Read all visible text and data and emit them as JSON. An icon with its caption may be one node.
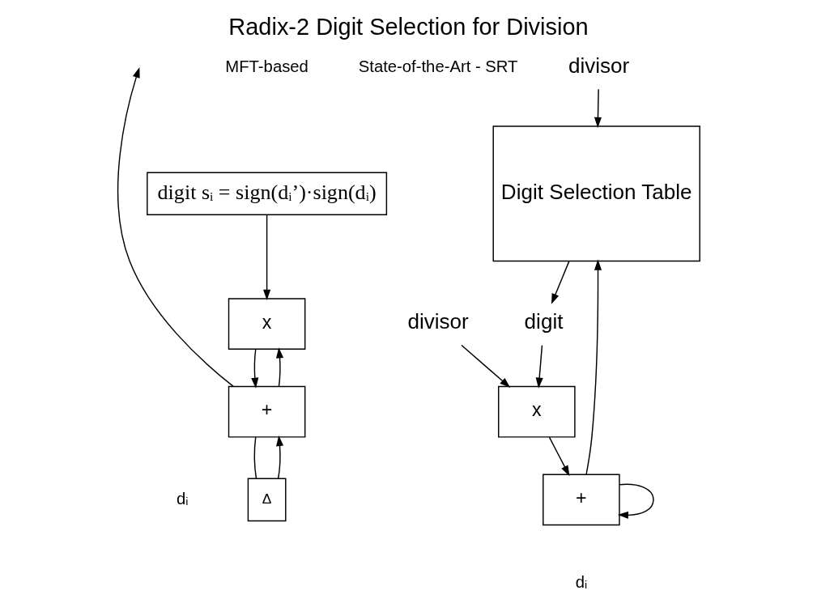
{
  "diagram": {
    "title": "Radix-2 Digit Selection for Division",
    "nodes": [
      {
        "text": [
          "digit sᵢ = sign(dᵢ’)·sign(dᵢ)"
        ]
      },
      {
        "text": [
          "x"
        ]
      },
      {
        "text": [
          "Δ"
        ]
      },
      {
        "text": [
          "+"
        ]
      },
      {
        "text": [
          "Digit Selection Table"
        ]
      },
      {
        "text": [
          "digit"
        ]
      },
      {
        "text": [
          "divisor"
        ]
      },
      {
        "text": [
          "x"
        ]
      },
      {
        "text": [
          "+"
        ]
      },
      {
        "text": [
          "divisor"
        ]
      }
    ],
    "edges": [
      {
        "from": 0,
        "to": 1,
        "arrow": "to"
      },
      {
        "from": 3,
        "to": 1,
        "arrow": "to"
      },
      {
        "from": 3,
        "to": 2,
        "arrow": "none"
      },
      {
        "from": 2,
        "to": 3,
        "arrow": "to"
      },
      {
        "from": 1,
        "to": 3,
        "arrow": "to"
      },
      {
        "from": 3,
        "to": null,
        "arrow": "to"
      },
      {
        "from": 4,
        "to": 5,
        "arrow": "to"
      },
      {
        "from": 5,
        "to": 7,
        "arrow": "to"
      },
      {
        "from": 6,
        "to": 7,
        "arrow": "to"
      },
      {
        "from": 7,
        "to": 8,
        "arrow": "to"
      },
      {
        "from": 8,
        "to": 8,
        "arrow": "to"
      },
      {
        "from": 8,
        "to": 4,
        "arrow": "to"
      },
      {
        "from": 9,
        "to": 4,
        "arrow": "to"
      }
    ],
    "labels": [
      "MFT-based",
      "State-of-the-Art - SRT",
      "dᵢ",
      "dᵢ"
    ]
  }
}
